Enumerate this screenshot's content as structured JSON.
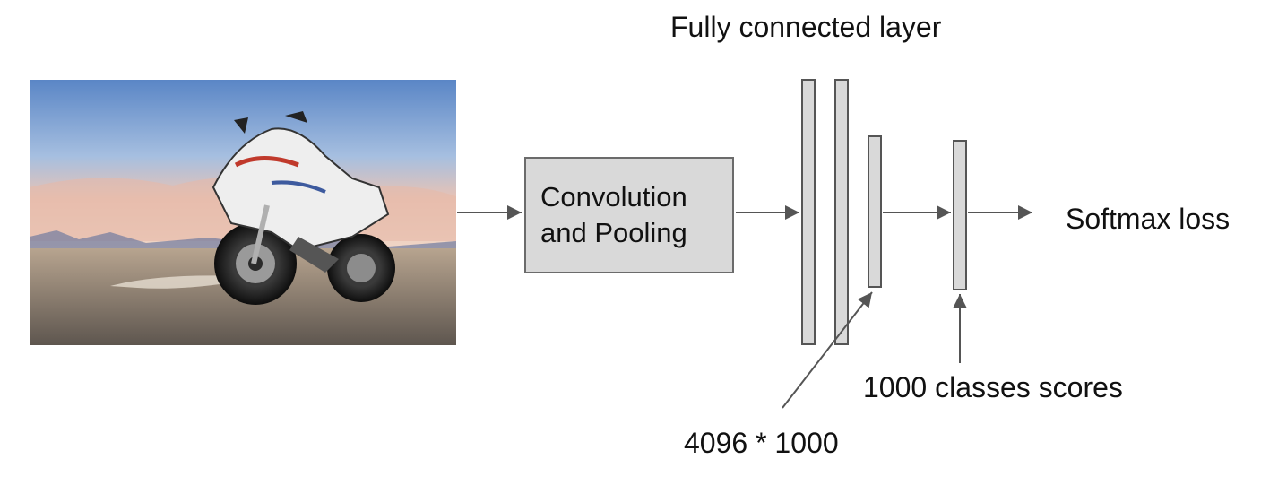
{
  "title": "Fully connected layer",
  "conv_block": {
    "label": "Convolution\nand Pooling"
  },
  "output": {
    "label": "Softmax loss"
  },
  "annotations": {
    "scores": "1000 classes scores",
    "weights": "4096 * 1000"
  },
  "input_image": {
    "subject": "motorcycle-photo"
  },
  "colors": {
    "layer_fill": "#d9d9d9",
    "layer_stroke": "#555555",
    "arrow": "#555555"
  }
}
